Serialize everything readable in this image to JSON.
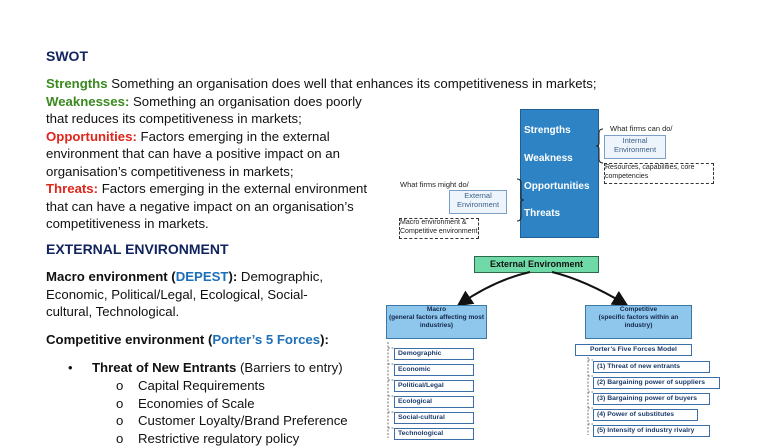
{
  "swot": {
    "heading": "SWOT",
    "strengths_label": "Strengths",
    "strengths_text": " Something an organisation does well that enhances its competitiveness in markets;",
    "weaknesses_label": "Weaknesses:",
    "weaknesses_text_1": " Something an organisation does poorly",
    "weaknesses_text_2": "that reduces its competitiveness in markets;",
    "opportunities_label": "Opportunities:",
    "opportunities_text_1": " Factors emerging in the external",
    "opportunities_text_2": "environment that can have a positive impact on an",
    "opportunities_text_3": "organisation’s competitiveness in markets;",
    "threats_label": "Threats:",
    "threats_text_1": " Factors emerging in the external environment",
    "threats_text_2": "that can have a negative impact on an organisation’s",
    "threats_text_3": "competitiveness in markets."
  },
  "external": {
    "heading": "EXTERNAL ENVIRONMENT",
    "macro_label": "Macro environment (",
    "macro_acronym": "DEPEST",
    "macro_close": "):",
    "macro_text_1": " Demographic,",
    "macro_text_2": "Economic, Political/Legal, Ecological, Social-",
    "macro_text_3": "cultural, Technological.",
    "competitive_label": "Competitive environment (",
    "competitive_acronym": "Porter’s 5 Forces",
    "competitive_close": "):",
    "bullet_symbol": "•",
    "bullet_title": "Threat of New Entrants",
    "bullet_suffix": " (Barriers to entry)",
    "sub_symbol": "o",
    "sub_items": [
      "Capital Requirements",
      "Economies of Scale",
      "Customer Loyalty/Brand Preference",
      "Restrictive regulatory policy"
    ]
  },
  "swot_diagram": {
    "labels": [
      "Strengths",
      "Weakness",
      "Opportunities",
      "Threats"
    ],
    "what_firms_can_do": "What firms can do/",
    "internal_env": "Internal Environment",
    "resources": "Resources, capabilities, core competencies",
    "what_firms_might_do": "What firms might do/",
    "external_env": "External Environment",
    "macro_competitive": "Macro environment & Competitive environment"
  },
  "ext_diagram": {
    "title": "External Environment",
    "macro_title": "Macro",
    "macro_sub": "(general factors affecting most industries)",
    "competitive_title": "Competitive",
    "competitive_sub": "(specific factors within an industry)",
    "porter_title": "Porter’s Five Forces Model",
    "macro_items": [
      "Demographic",
      "Economic",
      "Political/Legal",
      "Ecological",
      "Social-cultural",
      "Technological"
    ],
    "porter_items": [
      "(1) Threat of new entrants",
      "(2) Bargaining power of suppliers",
      "(3) Bargaining power of buyers",
      "(4) Power of substitutes",
      "(5) Intensity of industry rivalry"
    ]
  }
}
